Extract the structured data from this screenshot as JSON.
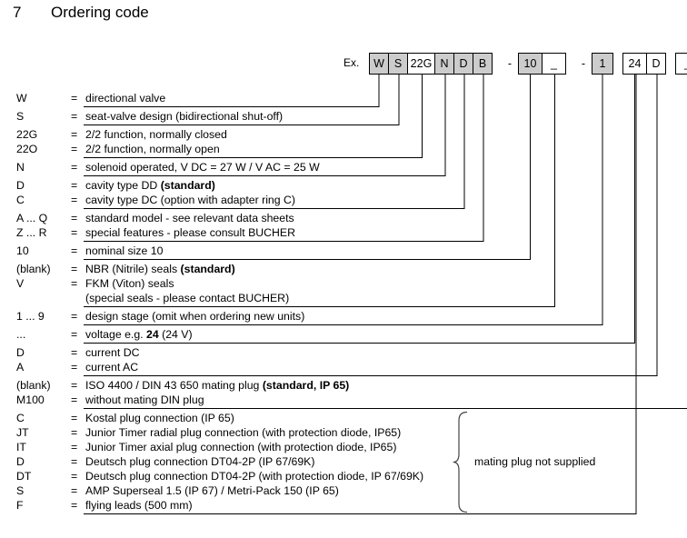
{
  "heading": {
    "number": "7",
    "title": "Ordering code"
  },
  "example": {
    "label": "Ex.",
    "segments": [
      {
        "type": "boxes",
        "boxes": [
          {
            "text": "W",
            "shaded": true,
            "width": 22
          },
          {
            "text": "S",
            "shaded": true,
            "width": 22
          },
          {
            "text": "22G",
            "shaded": false,
            "width": 31
          },
          {
            "text": "N",
            "shaded": true,
            "width": 22
          },
          {
            "text": "D",
            "shaded": true,
            "width": 22
          },
          {
            "text": "B",
            "shaded": true,
            "width": 22
          }
        ]
      },
      {
        "type": "dash",
        "text": "-"
      },
      {
        "type": "boxes",
        "boxes": [
          {
            "text": "10",
            "shaded": true,
            "width": 27
          },
          {
            "text": "_",
            "shaded": false,
            "width": 27
          }
        ]
      },
      {
        "type": "dash",
        "text": "-"
      },
      {
        "type": "boxes",
        "boxes": [
          {
            "text": "1",
            "shaded": true,
            "width": 24
          }
        ]
      },
      {
        "type": "boxes",
        "boxes": [
          {
            "text": "24",
            "shaded": false,
            "width": 27
          },
          {
            "text": "D",
            "shaded": false,
            "width": 22
          }
        ]
      },
      {
        "type": "boxes",
        "boxes": [
          {
            "text": "_",
            "shaded": false,
            "width": 27
          }
        ]
      }
    ]
  },
  "legend": {
    "eq": "=",
    "rows": [
      {
        "key": "W",
        "desc": "directional valve"
      },
      {
        "key": "S",
        "desc": "seat-valve design (bidirectional shut-off)"
      },
      {
        "key": "22G",
        "desc": "2/2 function, normally closed"
      },
      {
        "key": "22O",
        "desc": "2/2 function, normally open"
      },
      {
        "key": "N",
        "desc": "solenoid operated, V DC = 27  W  /  V AC = 25  W"
      },
      {
        "key": "D",
        "desc": "cavity type DD  ",
        "bold": "(standard)"
      },
      {
        "key": "C",
        "desc": "cavity type DC  (option with adapter ring C)"
      },
      {
        "key": "A ... Q",
        "desc": "standard model - see relevant data sheets"
      },
      {
        "key": "Z ... R",
        "desc": "special features - please consult BUCHER"
      },
      {
        "key": "10",
        "desc": "nominal size 10"
      },
      {
        "key": "(blank)",
        "desc": "NBR (Nitrile) seals  ",
        "bold": "(standard)"
      },
      {
        "key": "V",
        "desc": "FKM (Viton) seals"
      },
      {
        "key": "",
        "desc": "(special seals - please contact BUCHER)"
      },
      {
        "key": "1 ... 9",
        "desc": "design stage (omit when ordering new units)"
      },
      {
        "key": "...",
        "desc": "voltage e.g. ",
        "bold": "24",
        "desc2": " (24 V)"
      },
      {
        "key": "D",
        "desc": "current  DC"
      },
      {
        "key": "A",
        "desc": "current  AC"
      },
      {
        "key": "(blank)",
        "desc": "ISO 4400 / DIN 43 650 mating plug ",
        "bold": "(standard, IP 65)"
      },
      {
        "key": "M100",
        "desc": "without mating DIN plug"
      },
      {
        "key": "C",
        "desc": "Kostal plug connection (IP 65)"
      },
      {
        "key": "JT",
        "desc": "Junior Timer radial plug connection (with protection diode, IP65)"
      },
      {
        "key": "IT",
        "desc": "Junior Timer axial plug connection (with protection diode, IP65)"
      },
      {
        "key": "D",
        "desc": "Deutsch plug connection DT04-2P (IP 67/69K)"
      },
      {
        "key": "DT",
        "desc": "Deutsch plug connection DT04-2P (with protection diode, IP 67/69K)"
      },
      {
        "key": "S",
        "desc": "AMP Superseal 1.5 (IP 67) / Metri-Pack 150 (IP 65)"
      },
      {
        "key": "F",
        "desc": "flying leads (500 mm)"
      }
    ]
  },
  "note": {
    "text": "mating plug not supplied"
  },
  "colors": {
    "shaded_box": "#cccccc",
    "line": "#000000",
    "text": "#000000",
    "background": "#ffffff"
  }
}
